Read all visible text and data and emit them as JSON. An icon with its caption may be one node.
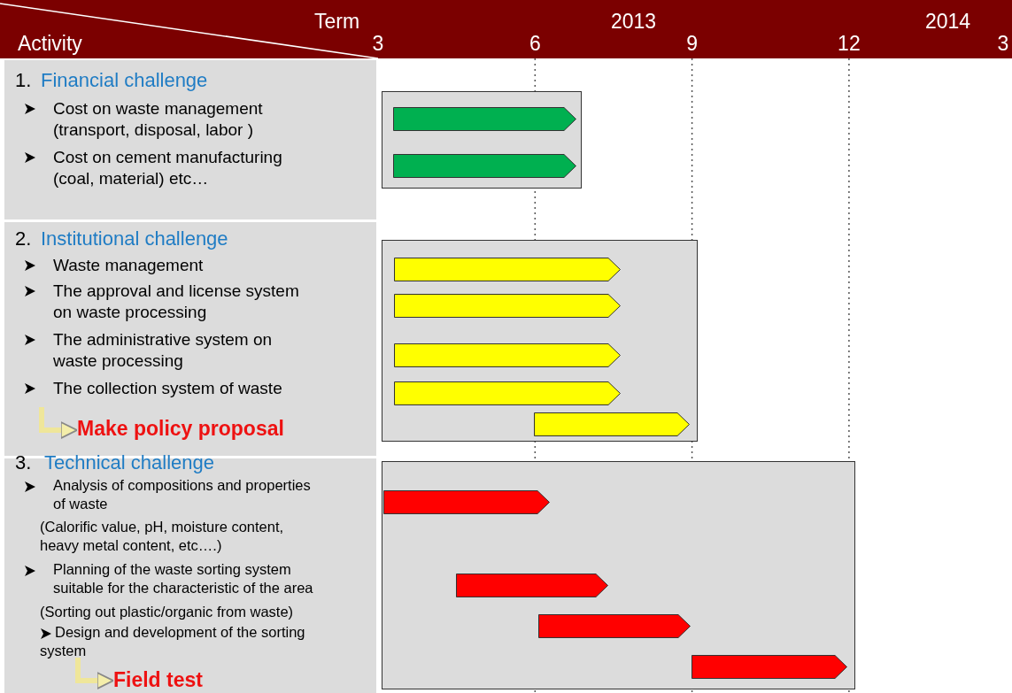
{
  "diagram": {
    "nodes": [
      {
        "text": [
          "Term",
          "Activity",
          "2013",
          "2014",
          "3",
          "6",
          "9",
          "12",
          "3"
        ]
      },
      {
        "text": [
          "1.",
          "Financial challenge",
          "Cost on waste management (transport, disposal, labor )",
          "Cost on cement manufacturing (coal, material) etc…"
        ]
      },
      {
        "text": [
          "2.",
          "Institutional challenge",
          "Waste management",
          "The approval and license system on waste processing",
          "The administrative system on waste processing",
          "The collection system of waste"
        ]
      },
      {
        "text": [
          "Make policy proposal"
        ],
        "in": 2
      },
      {
        "text": [
          "3.",
          "Technical challenge",
          "Analysis of compositions and properties of waste",
          "(Calorific value, pH, moisture content, heavy metal content, etc….)",
          "Planning of the waste sorting system suitable for the characteristic of the area",
          "(Sorting out plastic/organic from waste)",
          "Design and development of the sorting system"
        ]
      },
      {
        "text": [
          "Field test"
        ],
        "in": 4
      },
      {
        "text": [],
        "shape": "box"
      },
      {
        "text": [],
        "shape": "bar",
        "in": 6
      },
      {
        "text": [],
        "shape": "bar",
        "in": 6
      },
      {
        "text": [],
        "shape": "box"
      },
      {
        "text": [],
        "shape": "bar",
        "in": 9
      },
      {
        "text": [],
        "shape": "bar",
        "in": 9
      },
      {
        "text": [],
        "shape": "bar",
        "in": 9
      },
      {
        "text": [],
        "shape": "bar",
        "in": 9
      },
      {
        "text": [],
        "shape": "bar",
        "in": 9
      },
      {
        "text": [],
        "shape": "box"
      },
      {
        "text": [],
        "shape": "bar",
        "in": 15
      },
      {
        "text": [],
        "shape": "bar",
        "in": 15
      },
      {
        "text": [],
        "shape": "bar",
        "in": 15
      },
      {
        "text": [],
        "shape": "bar",
        "in": 15
      }
    ],
    "edges": [
      {
        "from": null,
        "to": 3,
        "arrow": "to"
      },
      {
        "from": null,
        "to": 5,
        "arrow": "to"
      }
    ]
  }
}
